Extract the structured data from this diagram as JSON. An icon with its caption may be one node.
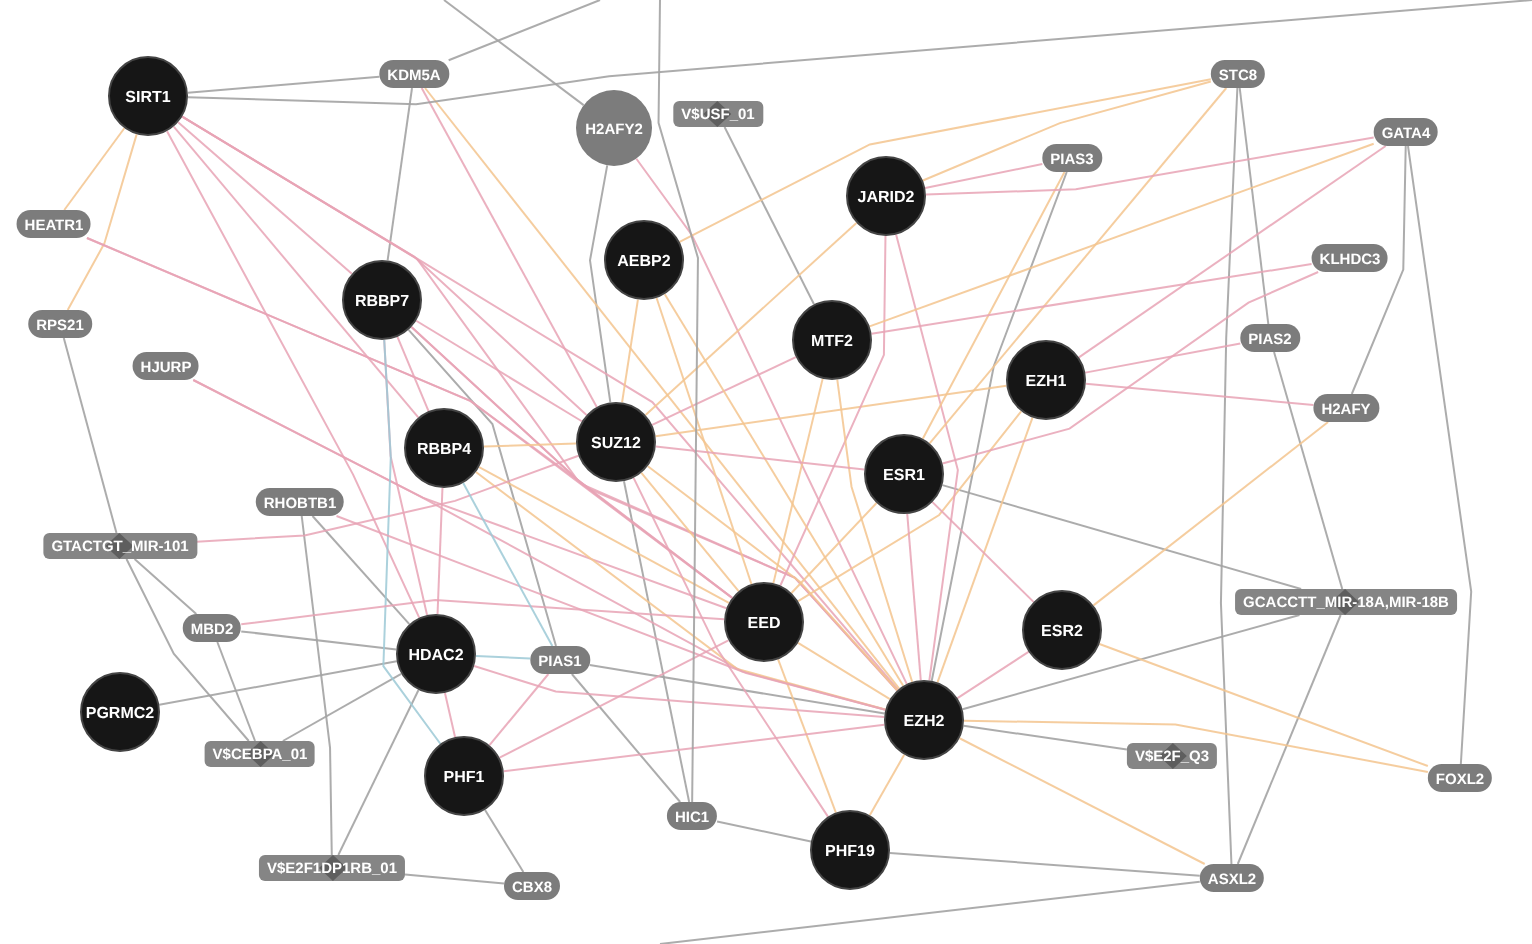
{
  "diagram": {
    "nodes": [
      {
        "text": [
          "SIRT1"
        ]
      },
      {
        "text": [
          "KDM5A"
        ]
      },
      {
        "text": [
          "H2AFY2"
        ]
      },
      {
        "text": [
          "V$USF_01"
        ]
      },
      {
        "text": [
          "STC8"
        ]
      },
      {
        "text": [
          "GATA4"
        ]
      },
      {
        "text": [
          "PIAS3"
        ]
      },
      {
        "text": [
          "JARID2"
        ]
      },
      {
        "text": [
          "HEATR1"
        ]
      },
      {
        "text": [
          "AEBP2"
        ]
      },
      {
        "text": [
          "KLHDC3"
        ]
      },
      {
        "text": [
          "RBBP7"
        ]
      },
      {
        "text": [
          "RPS21"
        ]
      },
      {
        "text": [
          "MTF2"
        ]
      },
      {
        "text": [
          "PIAS2"
        ]
      },
      {
        "text": [
          "HJURP"
        ]
      },
      {
        "text": [
          "EZH1"
        ]
      },
      {
        "text": [
          "H2AFY"
        ]
      },
      {
        "text": [
          "RBBP4"
        ]
      },
      {
        "text": [
          "SUZ12"
        ]
      },
      {
        "text": [
          "ESR1"
        ]
      },
      {
        "text": [
          "RHOBTB1"
        ]
      },
      {
        "text": [
          "GTACTGT_MIR-101"
        ]
      },
      {
        "text": [
          "GCACCTT_MIR-18A,MIR-18B"
        ]
      },
      {
        "text": [
          "MBD2"
        ]
      },
      {
        "text": [
          "EED"
        ]
      },
      {
        "text": [
          "ESR2"
        ]
      },
      {
        "text": [
          "HDAC2"
        ]
      },
      {
        "text": [
          "PIAS1"
        ]
      },
      {
        "text": [
          "PGRMC2"
        ]
      },
      {
        "text": [
          "EZH2"
        ]
      },
      {
        "text": [
          "V$CEBPA_01"
        ]
      },
      {
        "text": [
          "V$E2F_Q3"
        ]
      },
      {
        "text": [
          "FOXL2"
        ]
      },
      {
        "text": [
          "PHF1"
        ]
      },
      {
        "text": [
          "HIC1"
        ]
      },
      {
        "text": [
          "PHF19"
        ]
      },
      {
        "text": [
          "V$E2F1DP1RB_01"
        ]
      },
      {
        "text": [
          "CBX8"
        ]
      },
      {
        "text": [
          "ASXL2"
        ]
      }
    ],
    "edges": [
      {
        "from": 0,
        "to": 1,
        "arrow": "none"
      },
      {
        "from": 1,
        "to": 11,
        "arrow": "none"
      },
      {
        "from": 2,
        "to": 19,
        "arrow": "none"
      },
      {
        "from": 3,
        "to": 13,
        "arrow": "none"
      },
      {
        "from": 4,
        "to": 39,
        "arrow": "none"
      },
      {
        "from": 4,
        "to": 14,
        "arrow": "none"
      },
      {
        "from": 5,
        "to": 33,
        "arrow": "none"
      },
      {
        "from": 5,
        "to": 17,
        "arrow": "none"
      },
      {
        "from": 6,
        "to": 30,
        "arrow": "none"
      },
      {
        "from": 8,
        "to": 0,
        "arrow": "none",
        "color": "#f3c48e"
      },
      {
        "from": 12,
        "to": 0,
        "arrow": "none",
        "color": "#f3c48e"
      },
      {
        "from": 12,
        "to": 22,
        "arrow": "none"
      },
      {
        "from": 21,
        "to": 27,
        "arrow": "none"
      },
      {
        "from": 22,
        "to": 24,
        "arrow": "none"
      },
      {
        "from": 22,
        "to": 31,
        "arrow": "none"
      },
      {
        "from": 24,
        "to": 31,
        "arrow": "none"
      },
      {
        "from": 24,
        "to": 27,
        "arrow": "none"
      },
      {
        "from": 29,
        "to": 27,
        "arrow": "none"
      },
      {
        "from": 31,
        "to": 27,
        "arrow": "none"
      },
      {
        "from": 37,
        "to": 27,
        "arrow": "none"
      },
      {
        "from": 37,
        "to": 38,
        "arrow": "none"
      },
      {
        "from": 37,
        "to": 21,
        "arrow": "none"
      },
      {
        "from": 35,
        "to": 19,
        "arrow": "none"
      },
      {
        "from": 35,
        "to": 36,
        "arrow": "none"
      },
      {
        "from": 36,
        "to": 39,
        "arrow": "none"
      },
      {
        "from": 30,
        "to": 39,
        "arrow": "none",
        "color": "#f3c48e"
      },
      {
        "from": 30,
        "to": 32,
        "arrow": "none"
      },
      {
        "from": 23,
        "to": 20,
        "arrow": "none"
      },
      {
        "from": 23,
        "to": 39,
        "arrow": "none"
      },
      {
        "from": 23,
        "to": 30,
        "arrow": "none"
      },
      {
        "from": 23,
        "to": 14,
        "arrow": "none"
      },
      {
        "from": 26,
        "to": 33,
        "arrow": "none",
        "color": "#f3c48e"
      },
      {
        "from": 30,
        "to": 33,
        "arrow": "none",
        "color": "#f3c48e"
      },
      {
        "from": 38,
        "to": 34,
        "arrow": "none"
      },
      {
        "from": 28,
        "to": 11,
        "arrow": "none"
      },
      {
        "from": 28,
        "to": 30,
        "arrow": "none"
      },
      {
        "from": 35,
        "to": 28,
        "arrow": "none"
      },
      {
        "from": 0,
        "to": 11,
        "arrow": "none",
        "color": "#e8a3b5"
      },
      {
        "from": 0,
        "to": 18,
        "arrow": "none",
        "color": "#e8a3b5"
      },
      {
        "from": 0,
        "to": 19,
        "arrow": "none",
        "color": "#e8a3b5"
      },
      {
        "from": 0,
        "to": 25,
        "arrow": "none",
        "color": "#e8a3b5"
      },
      {
        "from": 0,
        "to": 30,
        "arrow": "none",
        "color": "#e8a3b5"
      },
      {
        "from": 0,
        "to": 27,
        "arrow": "none",
        "color": "#e8a3b5"
      },
      {
        "from": 8,
        "to": 25,
        "arrow": "none",
        "color": "#e8a3b5"
      },
      {
        "from": 8,
        "to": 30,
        "arrow": "none",
        "color": "#e8a3b5"
      },
      {
        "from": 15,
        "to": 30,
        "arrow": "none",
        "color": "#e8a3b5"
      },
      {
        "from": 15,
        "to": 25,
        "arrow": "none",
        "color": "#e8a3b5"
      },
      {
        "from": 1,
        "to": 30,
        "arrow": "none",
        "color": "#f3c48e"
      },
      {
        "from": 1,
        "to": 19,
        "arrow": "none",
        "color": "#e8a3b5"
      },
      {
        "from": 2,
        "to": 30,
        "arrow": "none",
        "color": "#e8a3b5"
      },
      {
        "from": 11,
        "to": 18,
        "arrow": "none",
        "color": "#e8a3b5"
      },
      {
        "from": 11,
        "to": 19,
        "arrow": "none",
        "color": "#e8a3b5"
      },
      {
        "from": 11,
        "to": 25,
        "arrow": "none",
        "color": "#e8a3b5"
      },
      {
        "from": 11,
        "to": 30,
        "arrow": "none",
        "color": "#e8a3b5"
      },
      {
        "from": 11,
        "to": 27,
        "arrow": "none",
        "color": "#e8a3b5"
      },
      {
        "from": 11,
        "to": 34,
        "arrow": "none",
        "color": "#9cc9d6"
      },
      {
        "from": 18,
        "to": 19,
        "arrow": "none",
        "color": "#f3c48e"
      },
      {
        "from": 18,
        "to": 25,
        "arrow": "none",
        "color": "#f3c48e"
      },
      {
        "from": 18,
        "to": 30,
        "arrow": "none",
        "color": "#f3c48e"
      },
      {
        "from": 18,
        "to": 27,
        "arrow": "none",
        "color": "#e8a3b5"
      },
      {
        "from": 19,
        "to": 25,
        "arrow": "none",
        "color": "#f3c48e"
      },
      {
        "from": 19,
        "to": 30,
        "arrow": "none",
        "color": "#f3c48e"
      },
      {
        "from": 19,
        "to": 9,
        "arrow": "none",
        "color": "#f3c48e"
      },
      {
        "from": 19,
        "to": 7,
        "arrow": "none",
        "color": "#f3c48e"
      },
      {
        "from": 19,
        "to": 13,
        "arrow": "none",
        "color": "#e8a3b5"
      },
      {
        "from": 19,
        "to": 16,
        "arrow": "none",
        "color": "#f3c48e"
      },
      {
        "from": 19,
        "to": 36,
        "arrow": "none",
        "color": "#e8a3b5"
      },
      {
        "from": 25,
        "to": 30,
        "arrow": "none",
        "color": "#f3c48e"
      },
      {
        "from": 25,
        "to": 9,
        "arrow": "none",
        "color": "#f3c48e"
      },
      {
        "from": 25,
        "to": 7,
        "arrow": "none",
        "color": "#e8a3b5"
      },
      {
        "from": 25,
        "to": 13,
        "arrow": "none",
        "color": "#f3c48e"
      },
      {
        "from": 25,
        "to": 16,
        "arrow": "none",
        "color": "#f3c48e"
      },
      {
        "from": 25,
        "to": 34,
        "arrow": "none",
        "color": "#e8a3b5"
      },
      {
        "from": 25,
        "to": 36,
        "arrow": "none",
        "color": "#f3c48e"
      },
      {
        "from": 30,
        "to": 9,
        "arrow": "none",
        "color": "#f3c48e"
      },
      {
        "from": 30,
        "to": 7,
        "arrow": "none",
        "color": "#e8a3b5"
      },
      {
        "from": 30,
        "to": 13,
        "arrow": "none",
        "color": "#f3c48e"
      },
      {
        "from": 30,
        "to": 16,
        "arrow": "none",
        "color": "#f3c48e"
      },
      {
        "from": 30,
        "to": 34,
        "arrow": "none",
        "color": "#e8a3b5"
      },
      {
        "from": 30,
        "to": 36,
        "arrow": "none",
        "color": "#f3c48e"
      },
      {
        "from": 30,
        "to": 20,
        "arrow": "none",
        "color": "#e8a3b5"
      },
      {
        "from": 30,
        "to": 26,
        "arrow": "none",
        "color": "#e8a3b5"
      },
      {
        "from": 30,
        "to": 27,
        "arrow": "none",
        "color": "#e8a3b5"
      },
      {
        "from": 25,
        "to": 20,
        "arrow": "none",
        "color": "#f3c48e"
      },
      {
        "from": 19,
        "to": 20,
        "arrow": "none",
        "color": "#e8a3b5"
      },
      {
        "from": 20,
        "to": 26,
        "arrow": "none",
        "color": "#e8a3b5"
      },
      {
        "from": 20,
        "to": 6,
        "arrow": "none",
        "color": "#f3c48e"
      },
      {
        "from": 20,
        "to": 4,
        "arrow": "none",
        "color": "#f3c48e"
      },
      {
        "from": 7,
        "to": 4,
        "arrow": "none",
        "color": "#f3c48e"
      },
      {
        "from": 7,
        "to": 5,
        "arrow": "none",
        "color": "#e8a3b5"
      },
      {
        "from": 7,
        "to": 6,
        "arrow": "none",
        "color": "#e8a3b5"
      },
      {
        "from": 13,
        "to": 5,
        "arrow": "none",
        "color": "#f3c48e"
      },
      {
        "from": 16,
        "to": 5,
        "arrow": "none",
        "color": "#e8a3b5"
      },
      {
        "from": 16,
        "to": 14,
        "arrow": "none",
        "color": "#e8a3b5"
      },
      {
        "from": 16,
        "to": 17,
        "arrow": "none",
        "color": "#e8a3b5"
      },
      {
        "from": 9,
        "to": 4,
        "arrow": "none",
        "color": "#f3c48e"
      },
      {
        "from": 13,
        "to": 10,
        "arrow": "none",
        "color": "#e8a3b5"
      },
      {
        "from": 26,
        "to": 17,
        "arrow": "none",
        "color": "#f3c48e"
      },
      {
        "from": 27,
        "to": 28,
        "arrow": "none",
        "color": "#9cc9d6"
      },
      {
        "from": 27,
        "to": 34,
        "arrow": "none",
        "color": "#e8a3b5"
      },
      {
        "from": 34,
        "to": 28,
        "arrow": "none",
        "color": "#e8a3b5"
      },
      {
        "from": 20,
        "to": 10,
        "arrow": "none",
        "color": "#e8a3b5"
      },
      {
        "from": 24,
        "to": 25,
        "arrow": "none",
        "color": "#e8a3b5"
      },
      {
        "from": 21,
        "to": 30,
        "arrow": "none",
        "color": "#e8a3b5"
      },
      {
        "from": 22,
        "to": 19,
        "arrow": "none",
        "color": "#e8a3b5"
      },
      {
        "from": 18,
        "to": 28,
        "arrow": "none",
        "color": "#9cc9d6"
      },
      {
        "from": 0,
        "to": null,
        "arrow": "none"
      },
      {
        "from": 1,
        "to": null,
        "arrow": "none"
      },
      {
        "from": 2,
        "to": null,
        "arrow": "none"
      },
      {
        "from": 35,
        "to": null,
        "arrow": "none"
      },
      {
        "from": 39,
        "to": null,
        "arrow": "none"
      }
    ]
  }
}
